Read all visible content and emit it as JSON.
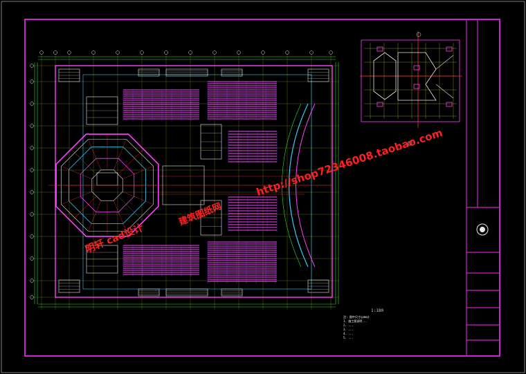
{
  "drawing": {
    "scale_text": "1:180",
    "notes": [
      "注: 图中尺寸以mm计",
      "1. 施工图说明...",
      "2. ...",
      "3. ...",
      "4. ...",
      "5. ..."
    ]
  },
  "watermarks": {
    "shop_url": "http://shop72346008.taobao.com",
    "left_text": "明轩 cad设计",
    "mid_text": "建筑图纸网"
  },
  "colors": {
    "frame": "#d020d0",
    "wall": "#ff40ff",
    "grid": "#e0e040",
    "axis": "#ff3030",
    "cyan": "#30d0ff",
    "green": "#30e030",
    "white": "#e8e8e8",
    "watermark": "#ff2020"
  }
}
